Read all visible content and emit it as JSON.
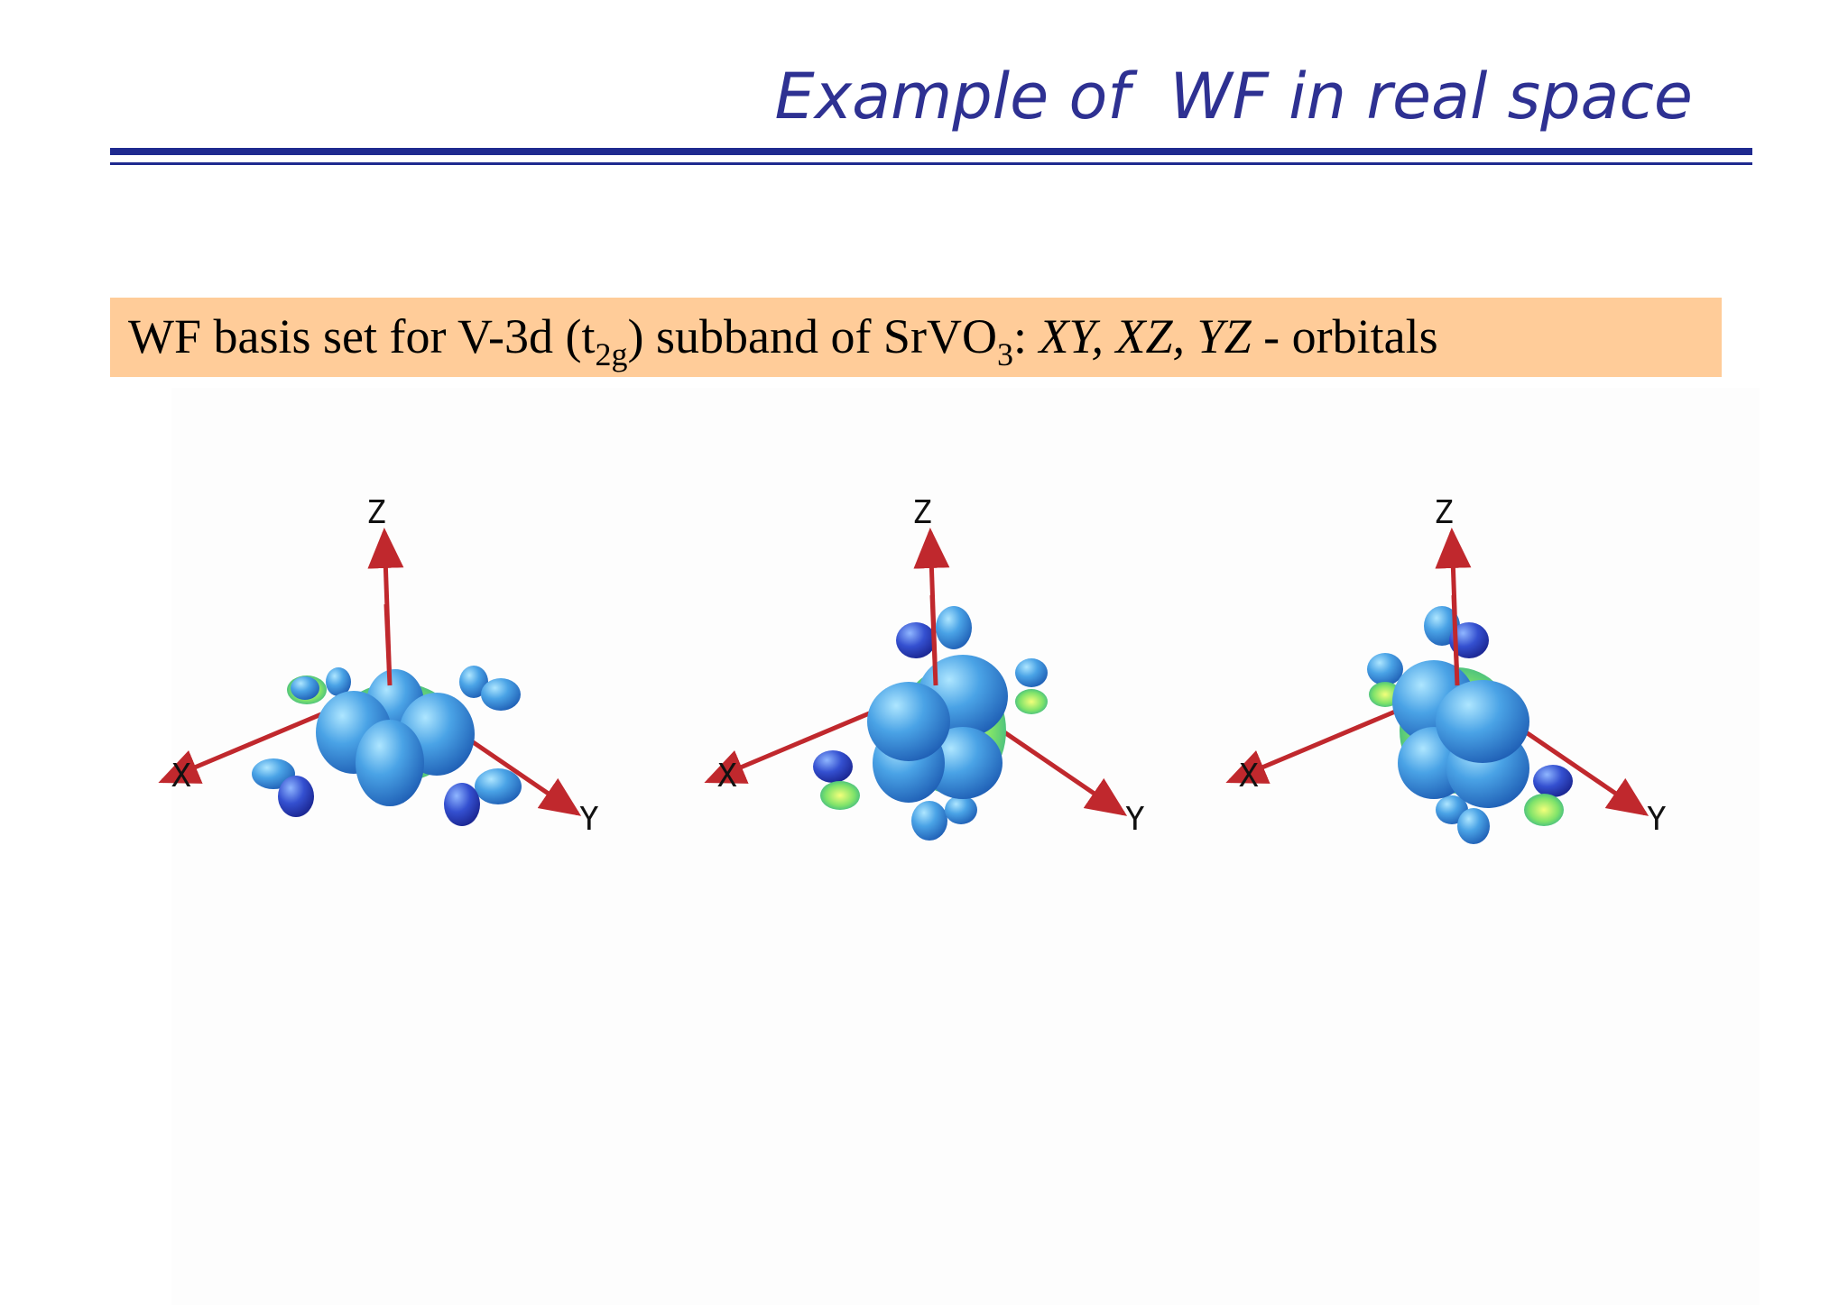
{
  "title": "Example of  WF in real space",
  "subtitle": {
    "prefix": "WF basis set for V-3d (t",
    "sub1": "2g",
    "middle": ") subband of SrVO",
    "sub2": "3",
    "colon": ": ",
    "orbitals_italic": "XY, XZ, YZ",
    "suffix": " - orbitals"
  },
  "panels": [
    {
      "orbital": "XY",
      "axes": {
        "x": "X",
        "y": "Y",
        "z": "Z"
      }
    },
    {
      "orbital": "XZ",
      "axes": {
        "x": "X",
        "y": "Y",
        "z": "Z"
      }
    },
    {
      "orbital": "YZ",
      "axes": {
        "x": "X",
        "y": "Y",
        "z": "Z"
      }
    }
  ],
  "colors": {
    "title": "#2e3192",
    "rule": "#1f2a8f",
    "subtitle_bg": "#ffcc99",
    "axis_arrow": "#c0282d",
    "lobe_blue": "#3a8fd8",
    "lobe_dark": "#2a3fbf",
    "lobe_green": "#9be36a"
  }
}
